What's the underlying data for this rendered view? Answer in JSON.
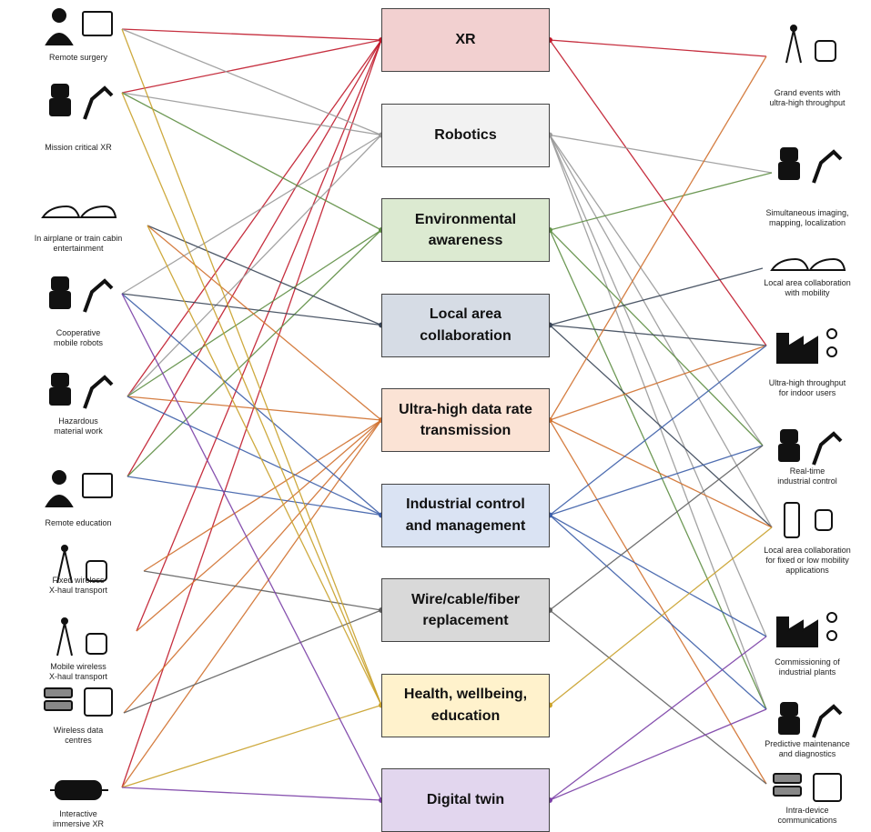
{
  "left": [
    {
      "id": "remote-surgery",
      "label": "Remote surgery",
      "icon": "remote-surgery-icon"
    },
    {
      "id": "mission-critical-xr",
      "label": "Mission critical XR",
      "icon": "firefighter-robot-icon"
    },
    {
      "id": "cabin-entertainment",
      "label": "In airplane or train cabin\nentertainment",
      "icon": "airplane-train-icon"
    },
    {
      "id": "cooperative-robots",
      "label": "Cooperative\nmobile robots",
      "icon": "mobile-robots-icon"
    },
    {
      "id": "hazardous-material",
      "label": "Hazardous\nmaterial work",
      "icon": "hazard-robot-icon"
    },
    {
      "id": "remote-education",
      "label": "Remote education",
      "icon": "teacher-screen-icon"
    },
    {
      "id": "fixed-xhaul",
      "label": "Fixed wireless\nX-haul transport",
      "icon": "radio-towers-icon"
    },
    {
      "id": "mobile-xhaul",
      "label": "Mobile wireless\nX-haul transport",
      "icon": "tower-train-icon"
    },
    {
      "id": "wireless-dc",
      "label": "Wireless data\ncentres",
      "icon": "server-racks-icon"
    },
    {
      "id": "interactive-xr",
      "label": "Interactive\nimmersive XR",
      "icon": "vr-headset-icon"
    }
  ],
  "center": [
    {
      "id": "xr",
      "label": "XR",
      "color": "#f2d0d0",
      "dot": "#c0182a"
    },
    {
      "id": "robotics",
      "label": "Robotics",
      "color": "#f2f2f2",
      "dot": "#999999"
    },
    {
      "id": "environmental",
      "label": "Environmental\nawareness",
      "color": "#dcead1",
      "dot": "#5e8e44"
    },
    {
      "id": "local-area",
      "label": "Local area\ncollaboration",
      "color": "#d6dce5",
      "dot": "#3a4658"
    },
    {
      "id": "ultra-high",
      "label": "Ultra-high data rate\ntransmission",
      "color": "#fbe3d5",
      "dot": "#d0702e"
    },
    {
      "id": "industrial",
      "label": "Industrial control\nand management",
      "color": "#dae3f3",
      "dot": "#3c5ea8"
    },
    {
      "id": "wire-cable",
      "label": "Wire/cable/fiber\nreplacement",
      "color": "#d9d9d9",
      "dot": "#606060"
    },
    {
      "id": "health",
      "label": "Health, wellbeing,\neducation",
      "color": "#fff2cc",
      "dot": "#c9a12a"
    },
    {
      "id": "digital-twin",
      "label": "Digital twin",
      "color": "#e2d6ee",
      "dot": "#7a3fa6"
    }
  ],
  "right": [
    {
      "id": "grand-events",
      "label": "Grand events with\nultra-high throughput",
      "icon": "crowd-antenna-icon"
    },
    {
      "id": "imaging-mapping",
      "label": "Simultaneous imaging,\nmapping, localization",
      "icon": "person-robots-icon"
    },
    {
      "id": "collab-mobility",
      "label": "Local area collaboration\nwith mobility",
      "icon": "cars-icon"
    },
    {
      "id": "indoor-users",
      "label": "Ultra-high throughput\nfor indoor users",
      "icon": "building-users-icon"
    },
    {
      "id": "realtime-industrial",
      "label": "Real-time\nindustrial control",
      "icon": "joystick-arm-icon"
    },
    {
      "id": "collab-low-mobility",
      "label": "Local area collaboration\nfor fixed or low mobility\napplications",
      "icon": "phone-watch-icon"
    },
    {
      "id": "commissioning",
      "label": "Commissioning of\nindustrial plants",
      "icon": "factory-icon"
    },
    {
      "id": "predictive-maintenance",
      "label": "Predictive maintenance\nand diagnostics",
      "icon": "warning-arm-icon"
    },
    {
      "id": "intra-device",
      "label": "Intra-device\ncommunications",
      "icon": "chips-icon"
    }
  ],
  "links_left": {
    "xr": [
      "remote-surgery",
      "mission-critical-xr",
      "hazardous-material",
      "remote-education",
      "mobile-xhaul",
      "interactive-xr"
    ],
    "robotics": [
      "remote-surgery",
      "mission-critical-xr",
      "cooperative-robots",
      "hazardous-material"
    ],
    "environmental": [
      "mission-critical-xr",
      "hazardous-material",
      "remote-education"
    ],
    "local-area": [
      "cabin-entertainment",
      "cooperative-robots"
    ],
    "ultra-high": [
      "cabin-entertainment",
      "hazardous-material",
      "fixed-xhaul",
      "mobile-xhaul",
      "wireless-dc",
      "interactive-xr"
    ],
    "industrial": [
      "cooperative-robots",
      "hazardous-material",
      "remote-education"
    ],
    "wire-cable": [
      "fixed-xhaul",
      "wireless-dc"
    ],
    "health": [
      "remote-surgery",
      "mission-critical-xr",
      "cabin-entertainment",
      "interactive-xr"
    ],
    "digital-twin": [
      "cooperative-robots",
      "interactive-xr"
    ]
  },
  "links_right": {
    "xr": [
      "grand-events",
      "indoor-users"
    ],
    "robotics": [
      "imaging-mapping",
      "realtime-industrial",
      "collab-low-mobility",
      "commissioning",
      "predictive-maintenance"
    ],
    "environmental": [
      "imaging-mapping",
      "realtime-industrial",
      "predictive-maintenance"
    ],
    "local-area": [
      "collab-mobility",
      "indoor-users",
      "collab-low-mobility"
    ],
    "ultra-high": [
      "grand-events",
      "indoor-users",
      "collab-low-mobility",
      "intra-device"
    ],
    "industrial": [
      "realtime-industrial",
      "commissioning",
      "predictive-maintenance",
      "indoor-users"
    ],
    "wire-cable": [
      "realtime-industrial",
      "intra-device"
    ],
    "health": [
      "collab-low-mobility"
    ],
    "digital-twin": [
      "predictive-maintenance",
      "commissioning"
    ]
  }
}
